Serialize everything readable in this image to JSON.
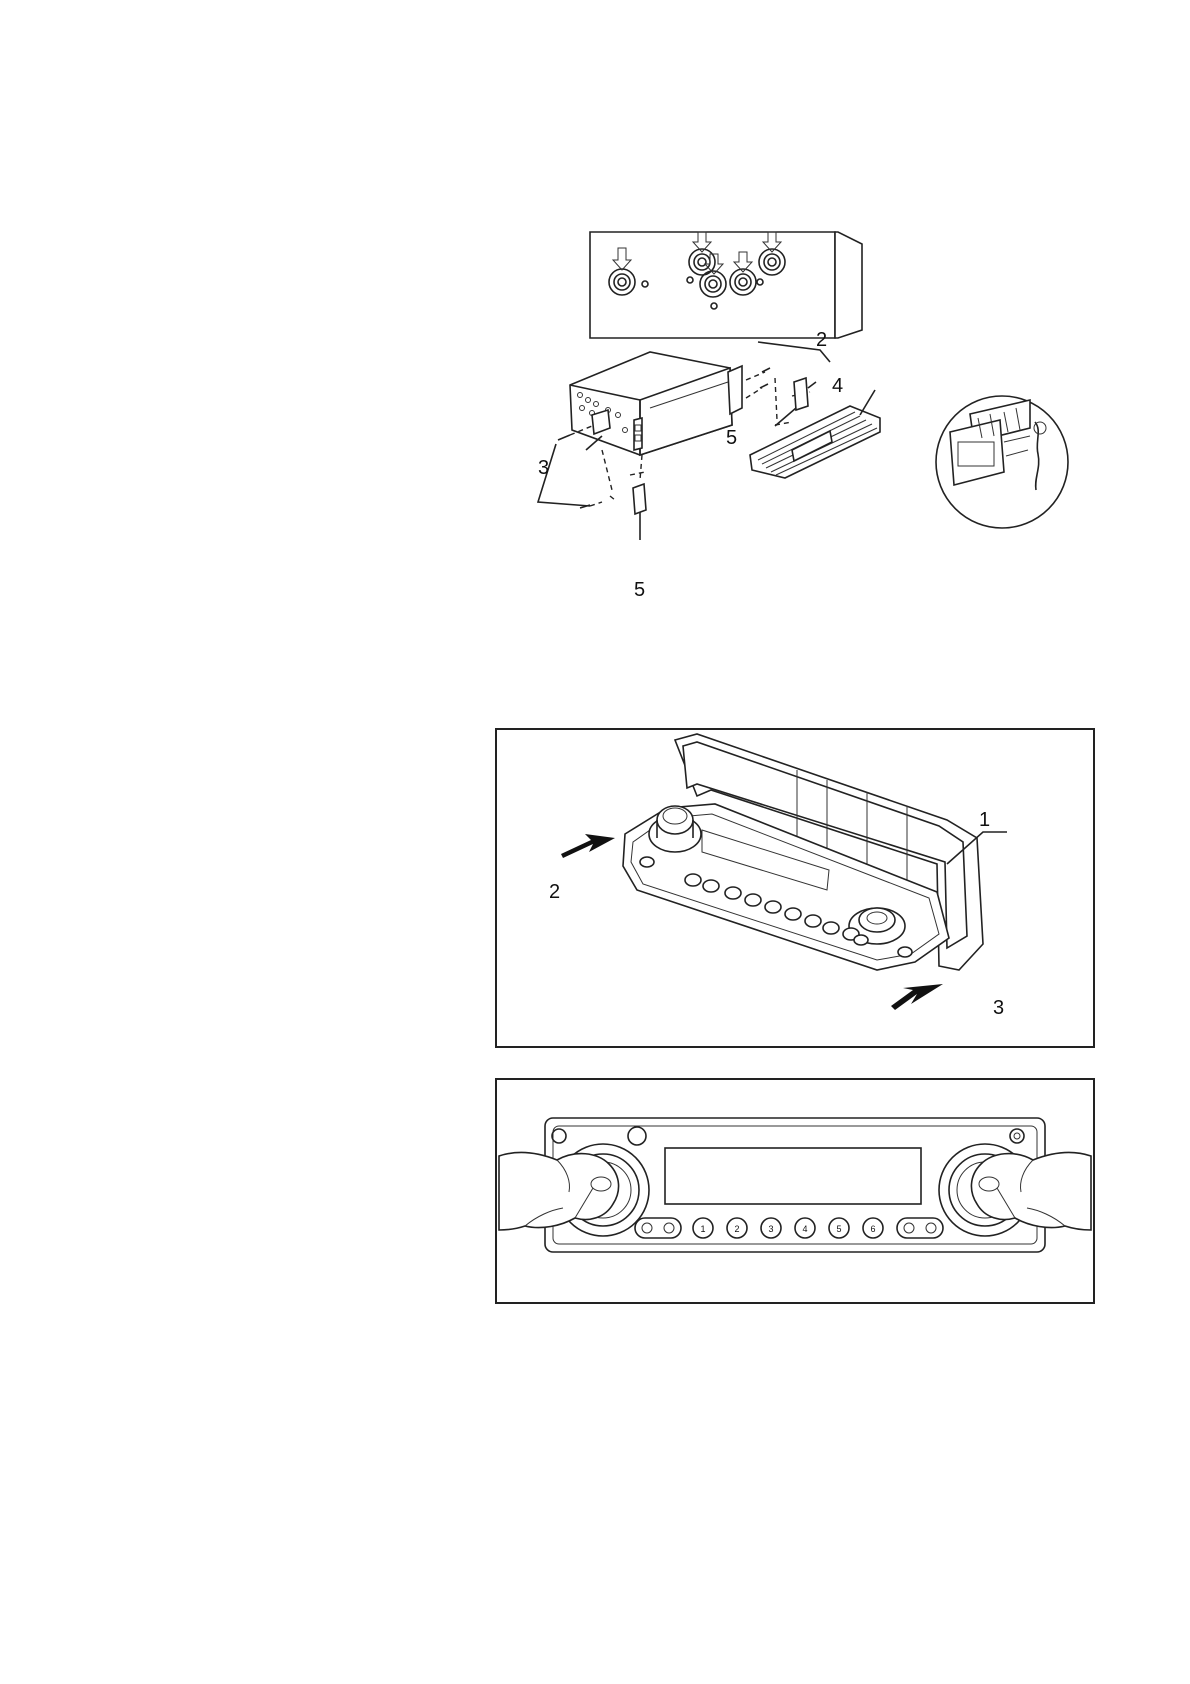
{
  "figure_1": {
    "callouts": {
      "screws_top": "2",
      "screws_bottom": "2",
      "side_bracket": "3",
      "trim_frame": "4",
      "strap_left": "5",
      "strap_right": "5"
    }
  },
  "figure_2": {
    "callouts": {
      "front_panel": "1",
      "push_direction": "2",
      "pull_direction": "3"
    }
  },
  "figure_3": {
    "preset_buttons": [
      "1",
      "2",
      "3",
      "4",
      "5",
      "6"
    ]
  }
}
